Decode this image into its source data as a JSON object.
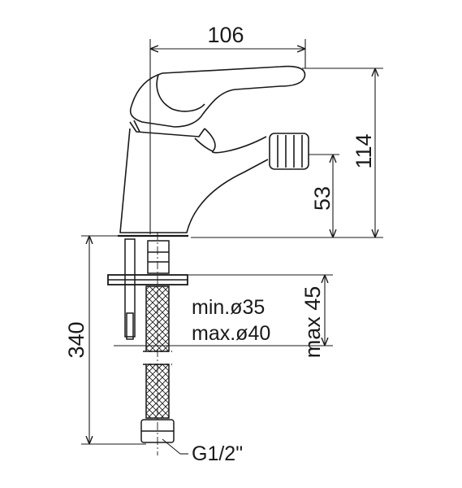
{
  "dimensions": {
    "width": "106",
    "height_total": "114",
    "spout_height": "53",
    "body_height": "340",
    "hole_min": "min.ø35",
    "hole_max": "max.ø40",
    "max_thickness": "max 45",
    "thread": "G1/2\""
  },
  "colors": {
    "line": "#1a1a1a",
    "background": "#ffffff"
  }
}
